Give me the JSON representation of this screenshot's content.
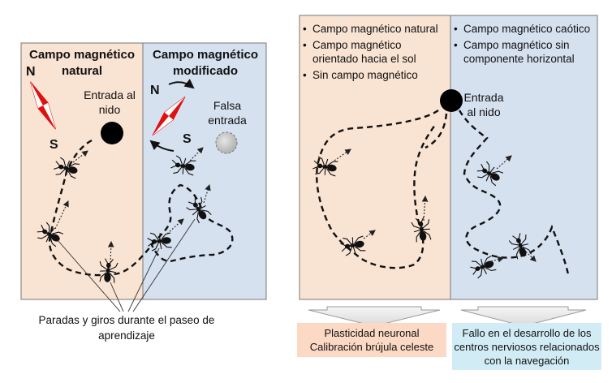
{
  "left_panel": {
    "natural_header": "Campo magnético natural",
    "modified_header": "Campo magnético modificado",
    "nest_entrance": "Entrada al nido",
    "false_entrance": "Falsa entrada",
    "compass_north": "N",
    "compass_south": "S",
    "caption": "Paradas y giros durante el paseo de aprendizaje"
  },
  "right_panel": {
    "left_conditions": [
      "Campo magnético natural",
      "Campo magnético orientado hacia el sol",
      "Sin campo magnético"
    ],
    "right_conditions": [
      "Campo magnético caótico",
      "Campo magnético sin componente horizontal"
    ],
    "nest_entrance": "Entrada al nido",
    "outcome_left": "Plasticidad neuronal Calibración brújula celeste",
    "outcome_right": "Fallo en el desarrollo de los centros nerviosos relacionados con la navegación"
  },
  "colors": {
    "natural_bg": "#f9e3d2",
    "modified_bg": "#d6e1f0",
    "outcome_left_bg": "#fbd9c4",
    "outcome_right_bg": "#d2ecf6",
    "compass_red": "#e01010",
    "nest": "#000000",
    "false_nest": "#c8c8c8"
  },
  "icons": [
    "compass-needle-icon",
    "ant-icon",
    "rotation-arrow-icon",
    "down-arrow-icon"
  ]
}
